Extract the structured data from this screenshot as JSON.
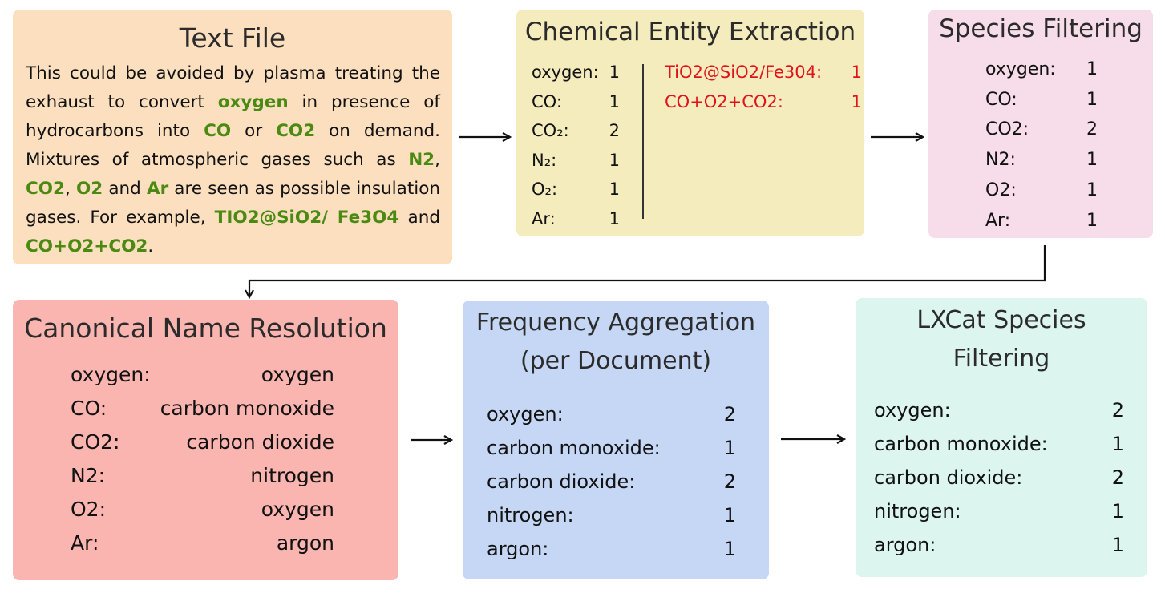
{
  "colors": {
    "text_file_bg": "#fbdfbe",
    "extraction_bg": "#f4ecbd",
    "species_filter_bg": "#f7dcea",
    "canonical_bg": "#fbb5b1",
    "frequency_bg": "#c5d7f5",
    "lxcat_bg": "#ddf5ef",
    "highlight": "#4a8a12",
    "unmatched": "#e0121c"
  },
  "text_file": {
    "title": "Text File",
    "segments": [
      {
        "t": "This could be avoided by plasma treating the exhaust to convert ",
        "hl": false
      },
      {
        "t": "oxygen",
        "hl": true
      },
      {
        "t": " in presence of hydrocarbons into ",
        "hl": false
      },
      {
        "t": "CO",
        "hl": true
      },
      {
        "t": " or ",
        "hl": false
      },
      {
        "t": "CO2",
        "hl": true
      },
      {
        "t": " on demand. Mixtures of atmospheric gases such as ",
        "hl": false
      },
      {
        "t": "N2",
        "hl": true
      },
      {
        "t": ", ",
        "hl": false
      },
      {
        "t": "CO2",
        "hl": true
      },
      {
        "t": ", ",
        "hl": false
      },
      {
        "t": "O2",
        "hl": true
      },
      {
        "t": " and ",
        "hl": false
      },
      {
        "t": "Ar",
        "hl": true
      },
      {
        "t": " are seen as possible insulation gases. For example, ",
        "hl": false
      },
      {
        "t": "TIO2@SiO2/ Fe3O4",
        "hl": true
      },
      {
        "t": " and ",
        "hl": false
      },
      {
        "t": "CO+O2+CO2",
        "hl": true
      },
      {
        "t": ".",
        "hl": false
      }
    ]
  },
  "extraction": {
    "title": "Chemical Entity Extraction",
    "rows": [
      {
        "key": "oxygen:",
        "val": "1"
      },
      {
        "key": "CO:",
        "val": "1"
      },
      {
        "key": "CO₂:",
        "val": "2"
      },
      {
        "key": "N₂:",
        "val": "1"
      },
      {
        "key": "O₂:",
        "val": "1"
      },
      {
        "key": "Ar:",
        "val": "1"
      }
    ],
    "unmatched": [
      {
        "key": "TiO2@SiO2/Fe304:",
        "val": "1"
      },
      {
        "key": "CO+O2+CO2:",
        "val": "1"
      }
    ]
  },
  "species_filter": {
    "title": "Species Filtering",
    "rows": [
      {
        "key": "oxygen:",
        "val": "1"
      },
      {
        "key": "CO:",
        "val": "1"
      },
      {
        "key": "CO2:",
        "val": "2"
      },
      {
        "key": "N2:",
        "val": "1"
      },
      {
        "key": "O2:",
        "val": "1"
      },
      {
        "key": "Ar:",
        "val": "1"
      }
    ]
  },
  "canonical": {
    "title": "Canonical Name Resolution",
    "rows": [
      {
        "key": "oxygen:",
        "val": "oxygen"
      },
      {
        "key": "CO:",
        "val": "carbon monoxide"
      },
      {
        "key": "CO2:",
        "val": "carbon dioxide"
      },
      {
        "key": "N2:",
        "val": "nitrogen"
      },
      {
        "key": "O2:",
        "val": "oxygen"
      },
      {
        "key": "Ar:",
        "val": "argon"
      }
    ]
  },
  "frequency": {
    "title_line1": "Frequency Aggregation",
    "title_line2": "(per Document)",
    "rows": [
      {
        "key": "oxygen:",
        "val": "2"
      },
      {
        "key": "carbon monoxide:",
        "val": "1"
      },
      {
        "key": "carbon dioxide:",
        "val": "2"
      },
      {
        "key": "nitrogen:",
        "val": "1"
      },
      {
        "key": "argon:",
        "val": "1"
      }
    ]
  },
  "lxcat": {
    "title_line1": "LXCat Species",
    "title_line2": "Filtering",
    "rows": [
      {
        "key": "oxygen:",
        "val": "2"
      },
      {
        "key": "carbon monoxide:",
        "val": "1"
      },
      {
        "key": "carbon dioxide:",
        "val": "2"
      },
      {
        "key": "nitrogen:",
        "val": "1"
      },
      {
        "key": "argon:",
        "val": "1"
      }
    ]
  }
}
